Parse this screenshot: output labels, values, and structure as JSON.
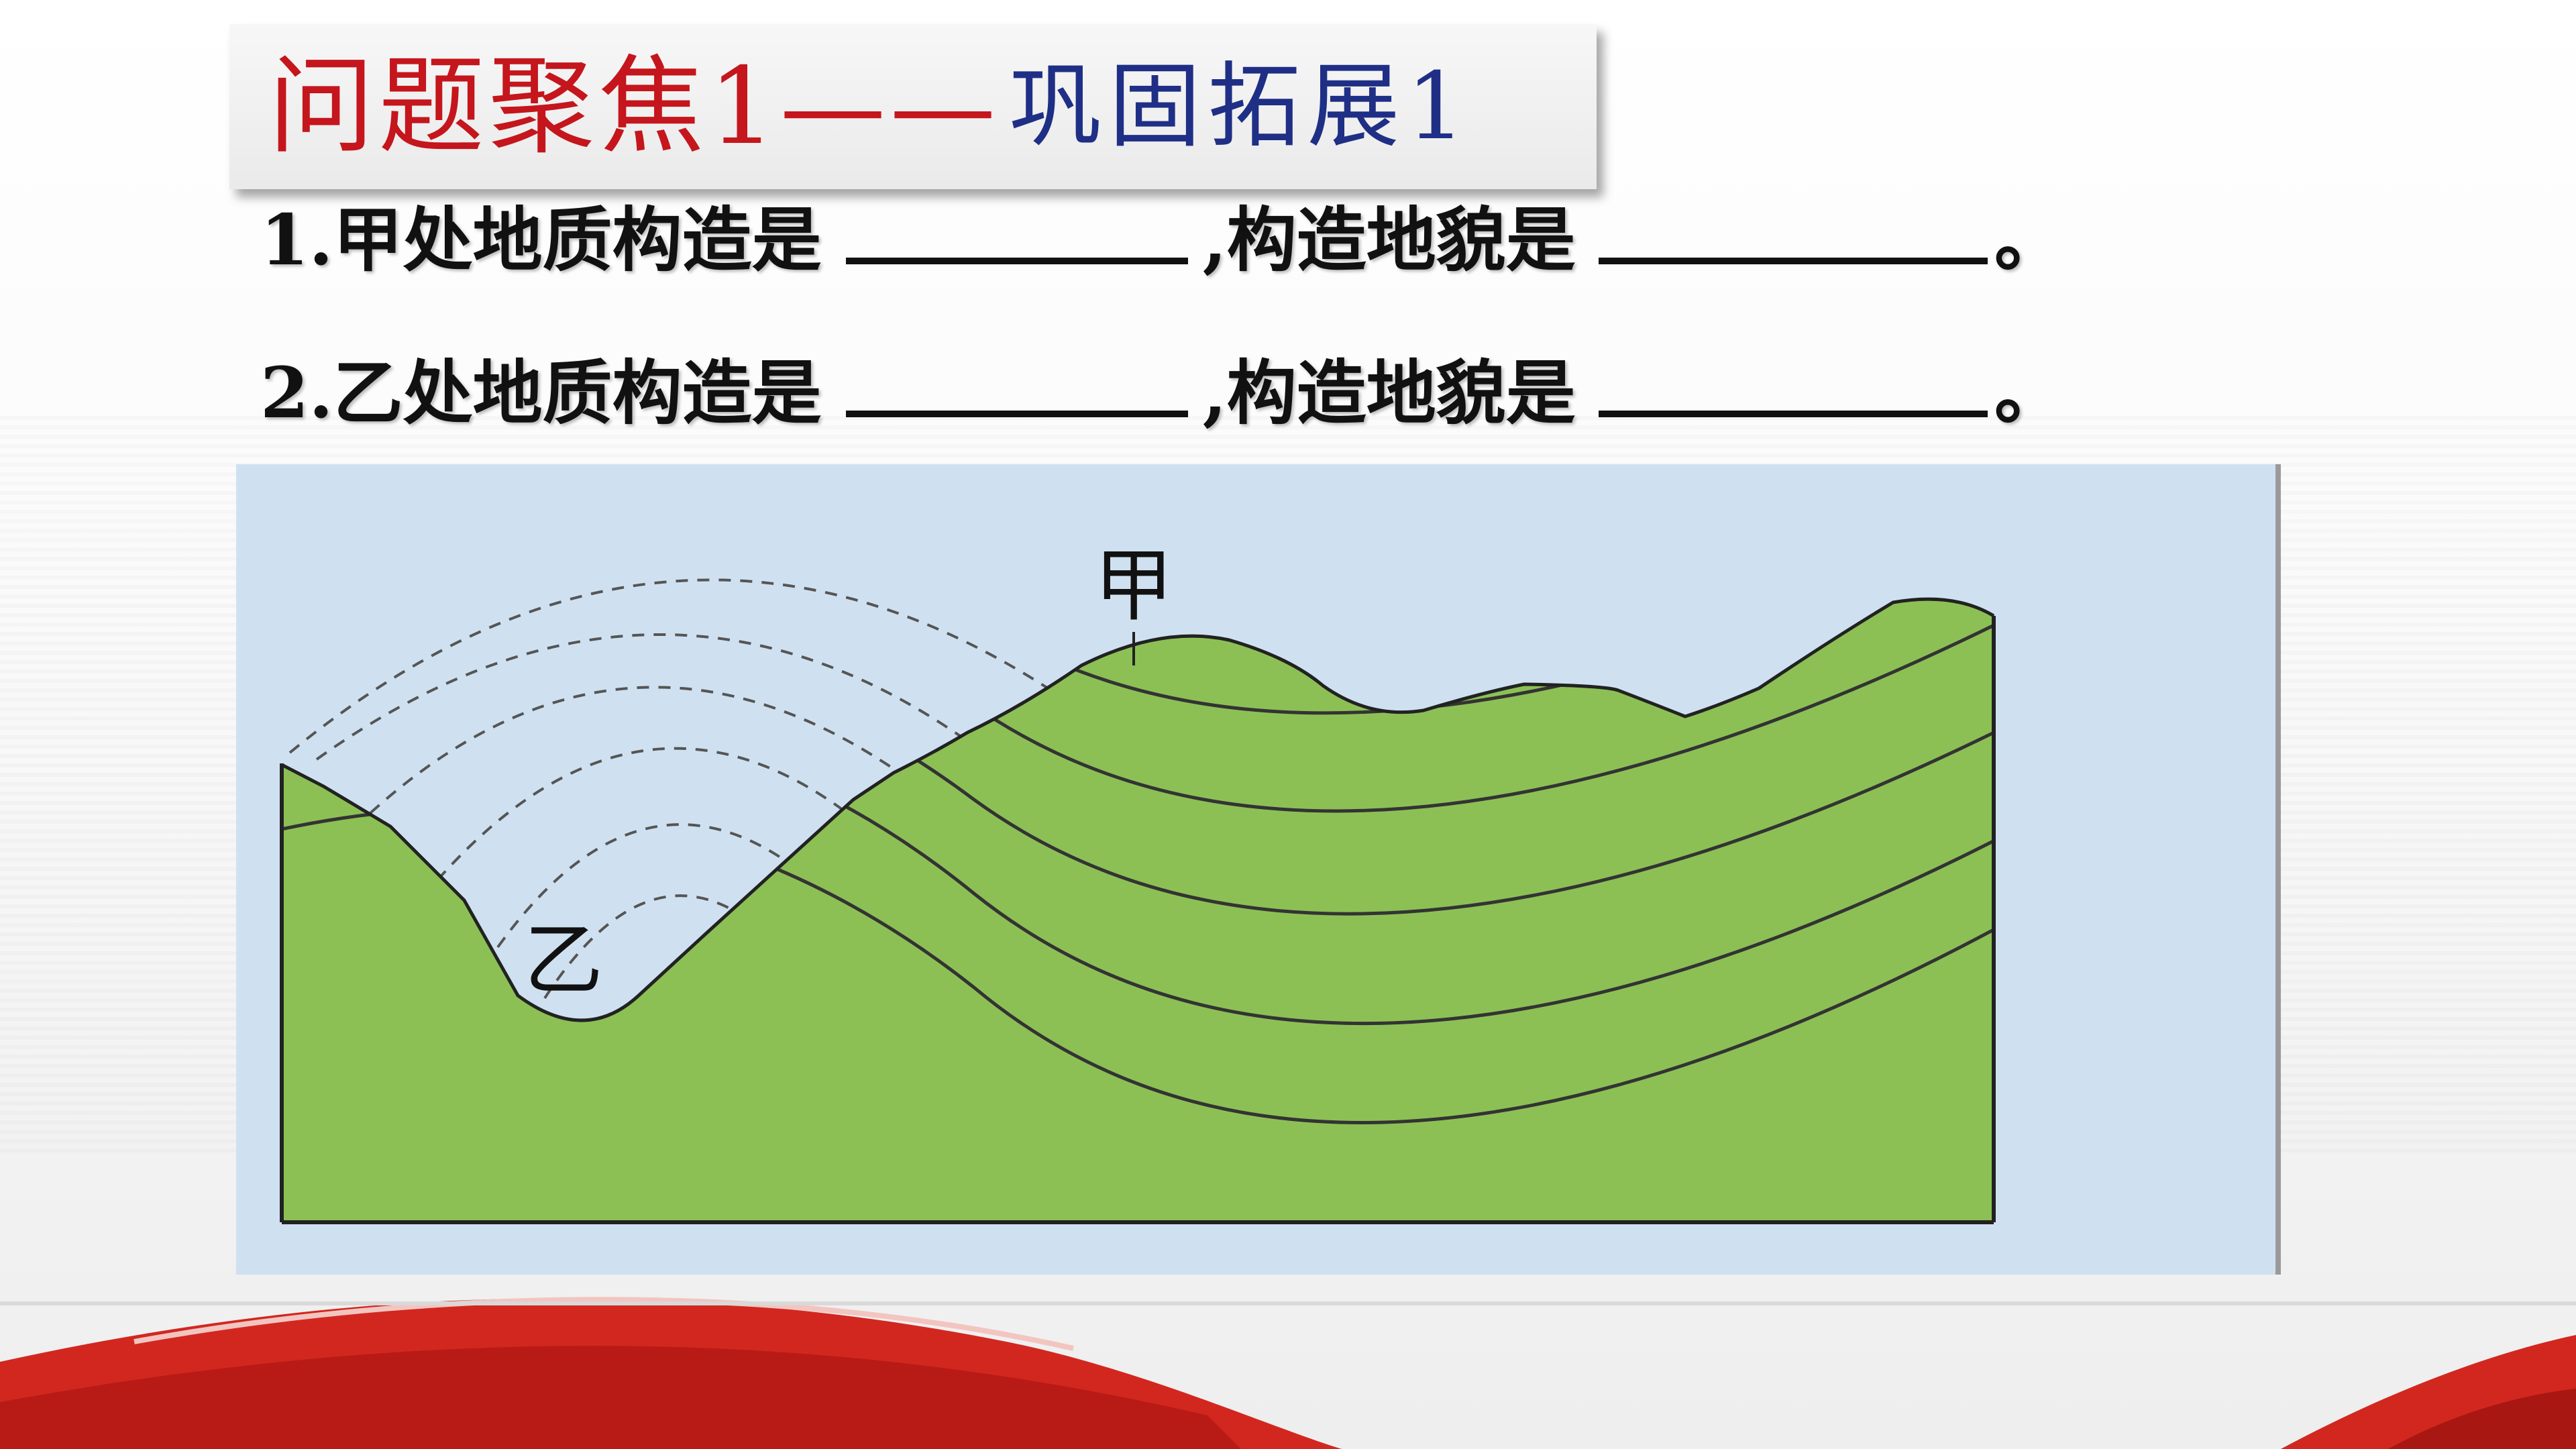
{
  "title": {
    "part1": "问题聚焦1——",
    "part2": "巩固拓展1"
  },
  "questions": [
    {
      "lead": "1.甲处地质构造是",
      "comma": ",",
      "mid": "构造地貌是",
      "end": "。"
    },
    {
      "lead": "2.乙处地质构造是",
      "comma": ",",
      "mid": "构造地貌是",
      "end": "。"
    }
  ],
  "diagram": {
    "label_jia": "甲",
    "label_yi": "乙"
  },
  "colors": {
    "title_red": "#c4161c",
    "title_blue": "#1f2f86",
    "sky": "#cfe1f1",
    "green_cap": "#8cc055",
    "brown": "#a08a67",
    "salmon": "#f0a57c",
    "yellow": "#f8f39d",
    "peach": "#f8dec0",
    "lavender": "#b9bde0"
  }
}
